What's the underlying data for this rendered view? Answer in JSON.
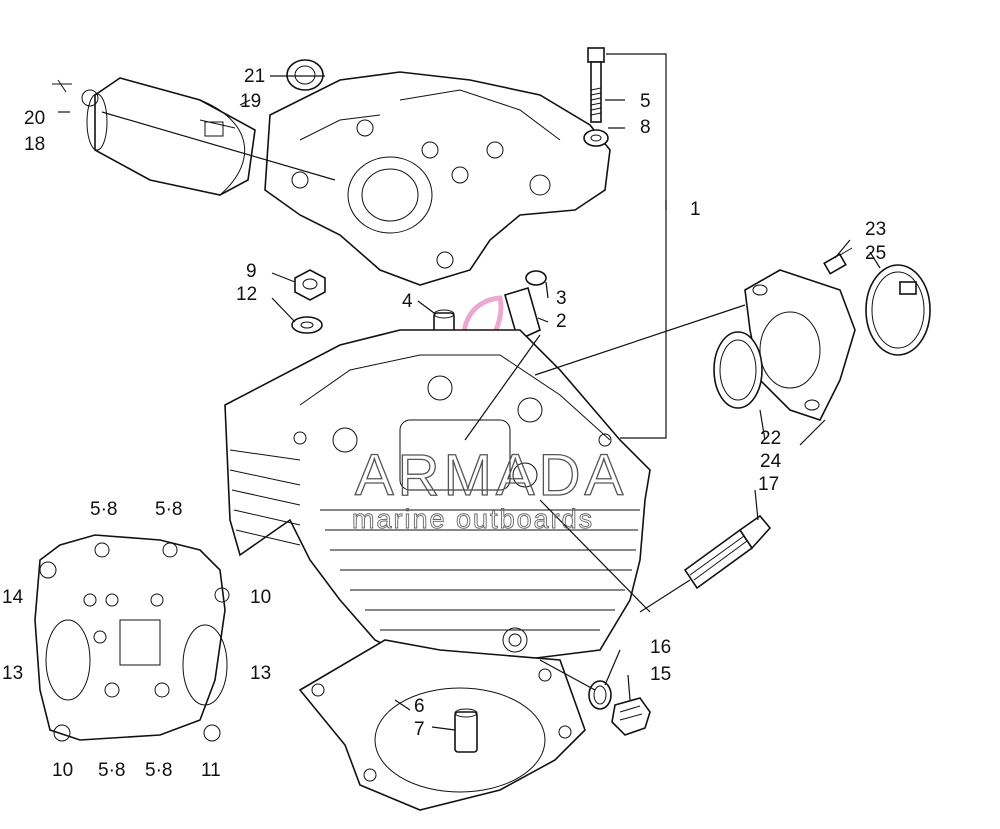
{
  "diagram": {
    "part_labels": [
      {
        "id": "p1",
        "text": "1"
      },
      {
        "id": "p2",
        "text": "2"
      },
      {
        "id": "p3",
        "text": "3"
      },
      {
        "id": "p4",
        "text": "4"
      },
      {
        "id": "p5",
        "text": "5"
      },
      {
        "id": "p6",
        "text": "6"
      },
      {
        "id": "p7",
        "text": "7"
      },
      {
        "id": "p8",
        "text": "8"
      },
      {
        "id": "p9",
        "text": "9"
      },
      {
        "id": "p10a",
        "text": "10"
      },
      {
        "id": "p10b",
        "text": "10"
      },
      {
        "id": "p11",
        "text": "11"
      },
      {
        "id": "p12",
        "text": "12"
      },
      {
        "id": "p13a",
        "text": "13"
      },
      {
        "id": "p13b",
        "text": "13"
      },
      {
        "id": "p14",
        "text": "14"
      },
      {
        "id": "p15",
        "text": "15"
      },
      {
        "id": "p16",
        "text": "16"
      },
      {
        "id": "p17",
        "text": "17"
      },
      {
        "id": "p18",
        "text": "18"
      },
      {
        "id": "p19",
        "text": "19"
      },
      {
        "id": "p20",
        "text": "20"
      },
      {
        "id": "p21",
        "text": "21"
      },
      {
        "id": "p22",
        "text": "22"
      },
      {
        "id": "p23",
        "text": "23"
      },
      {
        "id": "p24",
        "text": "24"
      },
      {
        "id": "p25",
        "text": "25"
      },
      {
        "id": "p58a",
        "text": "5·8"
      },
      {
        "id": "p58b",
        "text": "5·8"
      },
      {
        "id": "p58c",
        "text": "5·8"
      },
      {
        "id": "p58d",
        "text": "5·8"
      }
    ]
  },
  "watermark": {
    "brand": "ARMADA",
    "tagline": "marine outboards",
    "logo_color": "#e89ac8"
  }
}
